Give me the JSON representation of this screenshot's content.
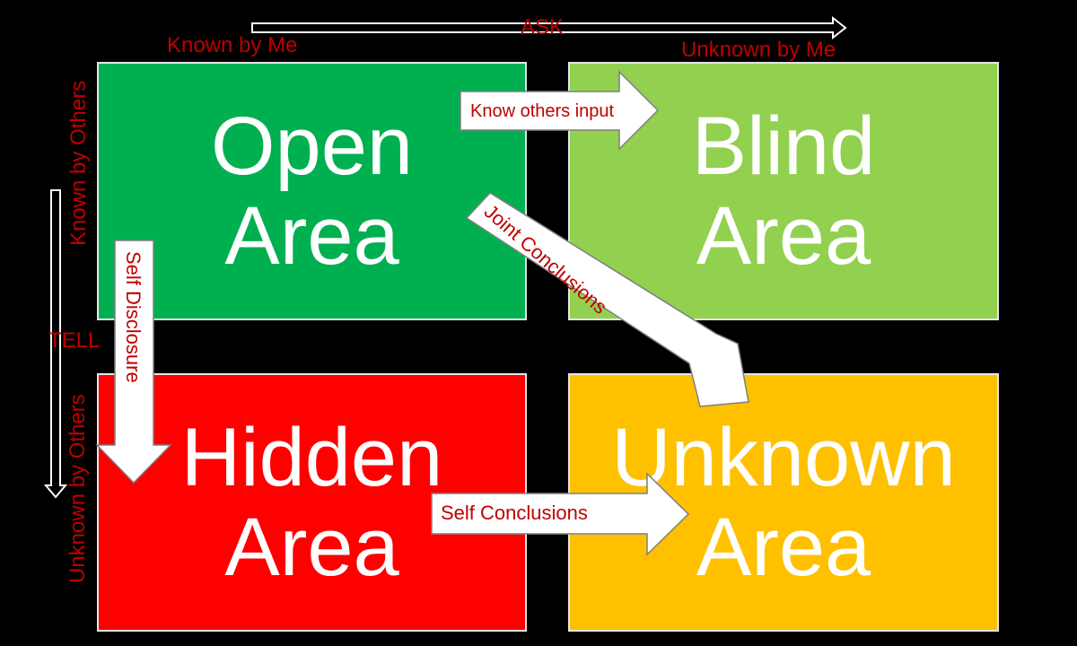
{
  "quadrants": {
    "open": {
      "line1": "Open",
      "line2": "Area",
      "color": "#00b050"
    },
    "blind": {
      "line1": "Blind",
      "line2": "Area",
      "color": "#92d050"
    },
    "hidden": {
      "line1": "Hidden",
      "line2": "Area",
      "color": "#ff0000"
    },
    "unknown": {
      "line1": "Unknown",
      "line2": "Area",
      "color": "#ffc000"
    }
  },
  "axes": {
    "col_known": "Known by Me",
    "col_unknown": "Unknown by Me",
    "row_known": "Known by Others",
    "row_unknown": "Unknown by Others",
    "ask": "ASK",
    "tell": "TELL"
  },
  "arrows": {
    "know_others_input": "Know others input",
    "joint_conclusions": "Joint Conclusions",
    "self_disclosure": "Self Disclosure",
    "self_conclusions": "Self Conclusions"
  },
  "colors": {
    "label": "#c00000",
    "arrow_fill": "#ffffff",
    "background": "#000000"
  }
}
